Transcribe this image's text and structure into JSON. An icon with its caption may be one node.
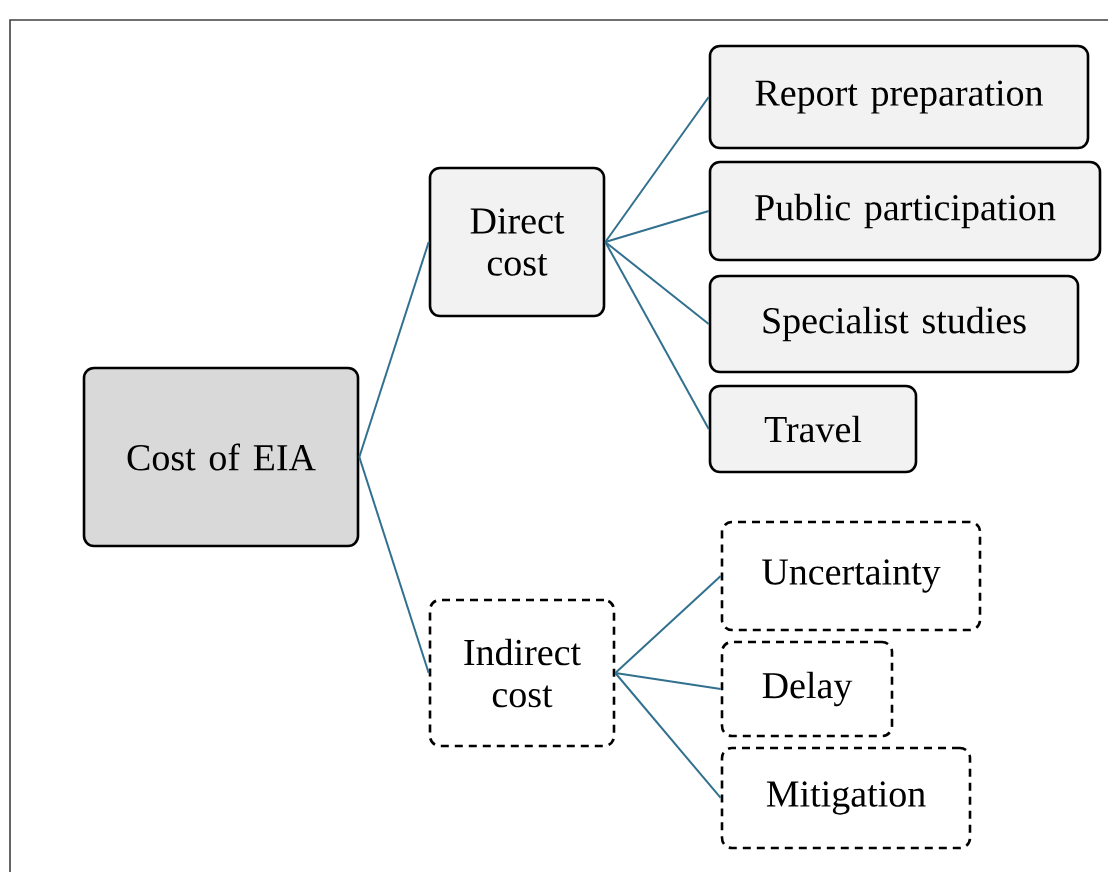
{
  "diagram": {
    "nodes": [
      {
        "text": [
          "Cost of EIA"
        ]
      },
      {
        "text": [
          "Direct cost"
        ]
      },
      {
        "text": [
          "Report preparation"
        ]
      },
      {
        "text": [
          "Public participation"
        ]
      },
      {
        "text": [
          "Specialist studies"
        ]
      },
      {
        "text": [
          "Travel"
        ]
      },
      {
        "text": [
          "Indirect cost"
        ]
      },
      {
        "text": [
          "Uncertainty"
        ]
      },
      {
        "text": [
          "Delay"
        ]
      },
      {
        "text": [
          "Mitigation"
        ]
      }
    ],
    "edges": [
      {
        "from": 0,
        "to": 1,
        "arrow": "none"
      },
      {
        "from": 0,
        "to": 6,
        "arrow": "none"
      },
      {
        "from": 1,
        "to": 2,
        "arrow": "none"
      },
      {
        "from": 1,
        "to": 3,
        "arrow": "none"
      },
      {
        "from": 1,
        "to": 4,
        "arrow": "none"
      },
      {
        "from": 1,
        "to": 5,
        "arrow": "none"
      },
      {
        "from": 6,
        "to": 7,
        "arrow": "none"
      },
      {
        "from": 6,
        "to": 8,
        "arrow": "none"
      },
      {
        "from": 6,
        "to": 9,
        "arrow": "none"
      }
    ]
  }
}
